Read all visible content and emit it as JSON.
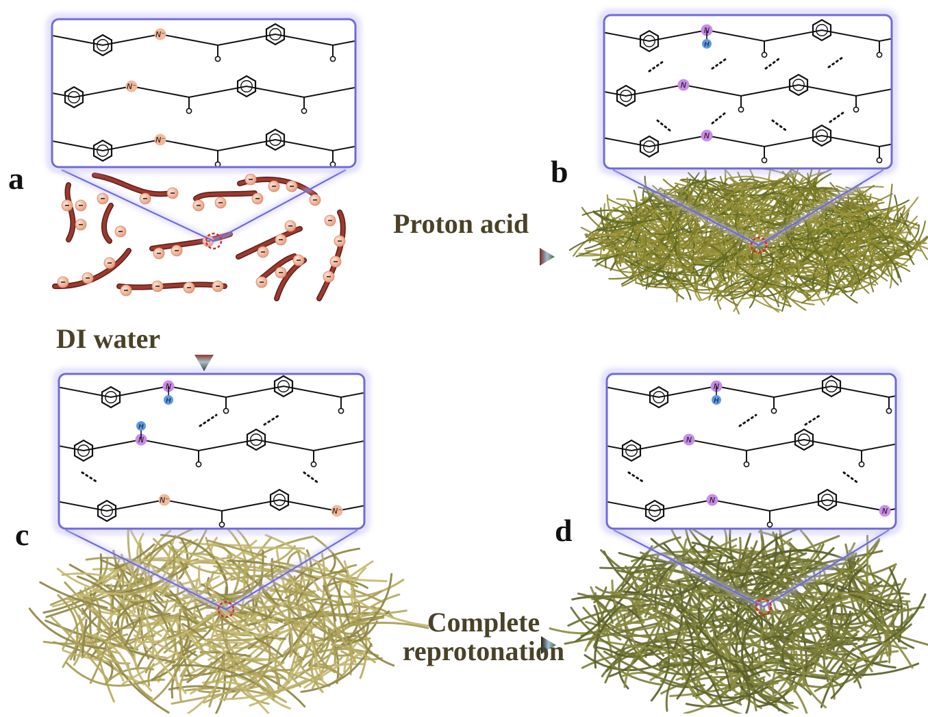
{
  "panels": [
    {
      "letter": "a",
      "state": "deprotonated",
      "network": "dispersed-chains"
    },
    {
      "letter": "b",
      "state": "protonated",
      "network": "dense-fibers"
    },
    {
      "letter": "c",
      "state": "partially-protonated",
      "network": "loose-fibers"
    },
    {
      "letter": "d",
      "state": "reprotonated",
      "network": "fibers"
    }
  ],
  "steps": {
    "a_to_b": {
      "label": "Proton acid"
    },
    "a_to_c": {
      "label": "DI water"
    },
    "c_to_d": {
      "label_line1": "Complete",
      "label_line2": "reprotonation"
    }
  },
  "atoms": {
    "amide_anion": "N⁻",
    "nitrogen": "N",
    "hydrogen": "H",
    "oxygen": "O",
    "negative": "-"
  },
  "colors": {
    "box_border": "#6f6ad8",
    "anion_bead": "#f4b79a",
    "nitrogen_bead": "#c98be8",
    "hydrogen_bead": "#5b9ae6",
    "chain_red": "#9b3a2e",
    "fiber_olive": "#7f7c27",
    "fiber_khaki": "#a79c54",
    "fiber_green": "#6e7232",
    "label_text": "#4a4228",
    "focus_circle": "#e02020"
  }
}
